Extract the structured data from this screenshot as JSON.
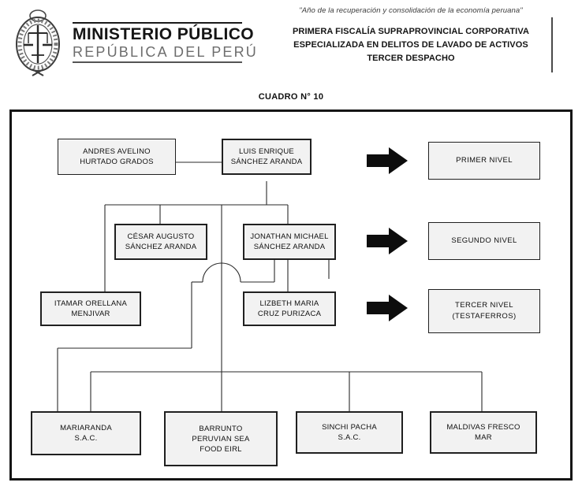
{
  "header": {
    "emblem_name": "ministerio-publico-seal",
    "institution_line1": "MINISTERIO PÚBLICO",
    "institution_line2": "REPÚBLICA DEL PERÚ",
    "motto": "\"Año de la recuperación y consolidación de la economía peruana\"",
    "office_lines": [
      "PRIMERA FISCALÍA SUPRAPROVINCIAL CORPORATIVA",
      "ESPECIALIZADA EN DELITOS DE LAVADO DE ACTIVOS",
      "TERCER DESPACHO"
    ]
  },
  "chart_title": "CUADRO N° 10",
  "diagram": {
    "nodes": [
      {
        "id": "andres",
        "label": "ANDRES AVELINO\nHURTADO GRADOS",
        "level": 1
      },
      {
        "id": "luis",
        "label": "LUIS ENRIQUE\nSÁNCHEZ ARANDA",
        "level": 1
      },
      {
        "id": "cesar",
        "label": "CÉSAR AUGUSTO\nSÁNCHEZ ARANDA",
        "level": 2
      },
      {
        "id": "jonathan",
        "label": "JONATHAN MICHAEL\nSÁNCHEZ ARANDA",
        "level": 2
      },
      {
        "id": "itamar",
        "label": "ITAMAR ORELLANA\nMENJIVAR",
        "level": 3
      },
      {
        "id": "lizbeth",
        "label": "LIZBETH MARIA\nCRUZ PURIZACA",
        "level": 3
      },
      {
        "id": "mariaranda",
        "label": "MARIARANDA\nS.A.C.",
        "level": 4
      },
      {
        "id": "barrunto",
        "label": "BARRUNTO\nPERUVIAN SEA\nFOOD EIRL",
        "level": 4
      },
      {
        "id": "sinchi",
        "label": "SINCHI PACHA\nS.A.C.",
        "level": 4
      },
      {
        "id": "maldivas",
        "label": "MALDIVAS FRESCO\nMAR",
        "level": 4
      }
    ],
    "legend": [
      {
        "id": "primer",
        "label": "PRIMER NIVEL",
        "arrow_icon": "right-arrow-icon"
      },
      {
        "id": "segundo",
        "label": "SEGUNDO NIVEL",
        "arrow_icon": "right-arrow-icon"
      },
      {
        "id": "tercer",
        "label": "TERCER NIVEL\n(TESTAFERROS)",
        "arrow_icon": "right-arrow-icon"
      }
    ]
  },
  "colors": {
    "line": "#202020",
    "box_fill": "#f2f2f2",
    "frame": "#151515",
    "arrow": "#0d0d0d",
    "muted_text": "#6d6d6d"
  }
}
